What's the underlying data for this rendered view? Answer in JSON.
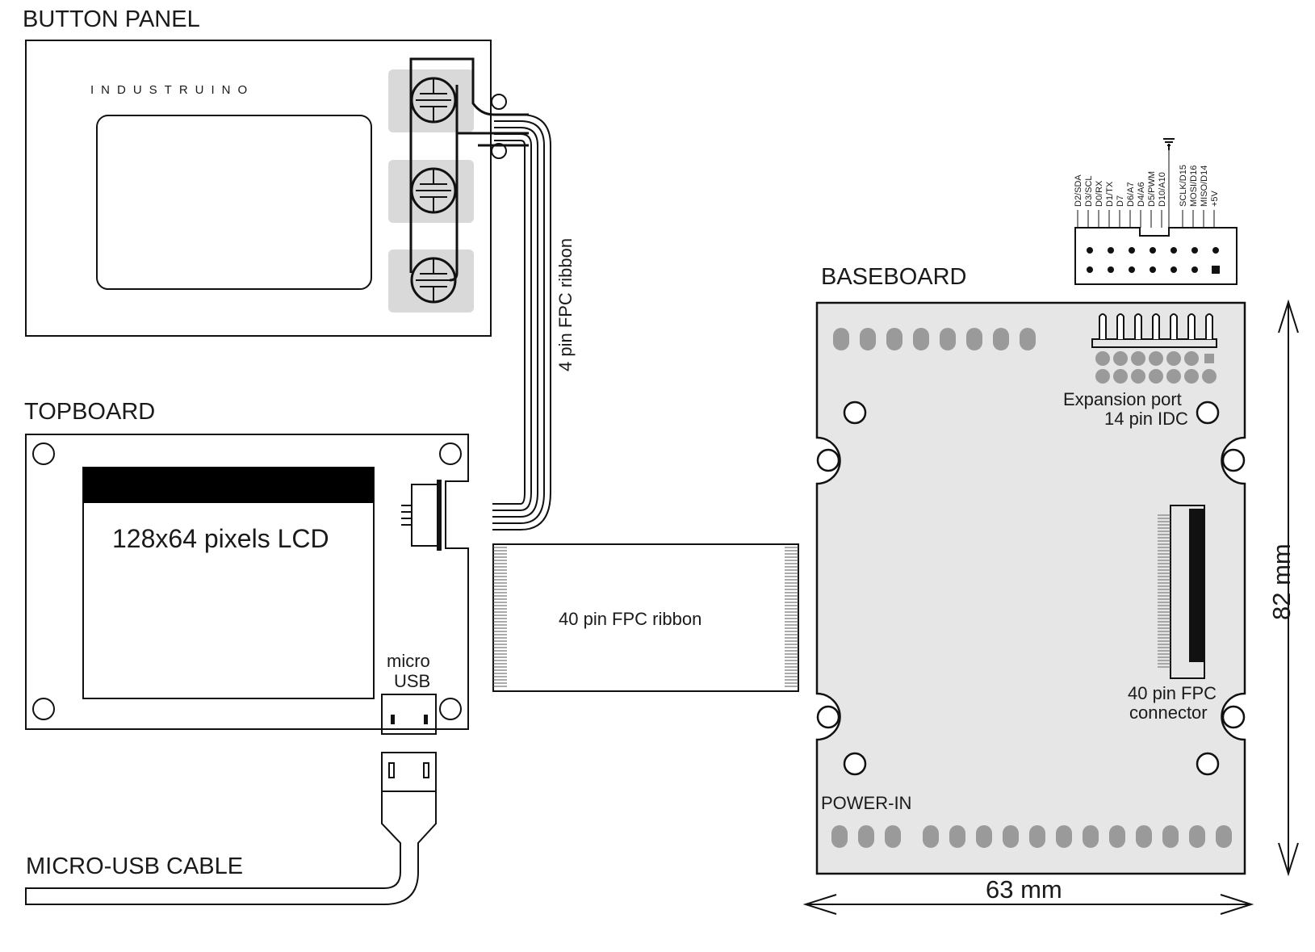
{
  "labels": {
    "button_panel": "BUTTON PANEL",
    "brand": "INDUSTRUINO",
    "topboard": "TOPBOARD",
    "lcd": "128x64 pixels LCD",
    "micro_usb_line1": "micro",
    "micro_usb_line2": "USB",
    "micro_usb_cable": "MICRO-USB CABLE",
    "ribbon_4pin": "4 pin FPC ribbon",
    "ribbon_40pin": "40 pin FPC ribbon",
    "baseboard": "BASEBOARD",
    "expansion_line1": "Expansion port",
    "expansion_line2": "14 pin IDC",
    "fpc_connector_line1": "40 pin FPC",
    "fpc_connector_line2": "connector",
    "power_in": "POWER-IN",
    "width_dim": "63 mm",
    "height_dim": "82 mm"
  },
  "expansion_pins": [
    "D2/SDA",
    "D3/SCL",
    "D0/RX",
    "D1/TX",
    "D7",
    "D6/A7",
    "D4/A6",
    "D5/PWM",
    "D10/A10",
    "SCLK/D15",
    "MOSI/D16",
    "MISO/D14",
    "+5V"
  ],
  "colors": {
    "board_fill": "#e6e6e6",
    "button_fill": "#d9d9d9",
    "pad_fill": "#9a9a9a",
    "outline": "#111111",
    "lcd_bar": "#000000"
  }
}
